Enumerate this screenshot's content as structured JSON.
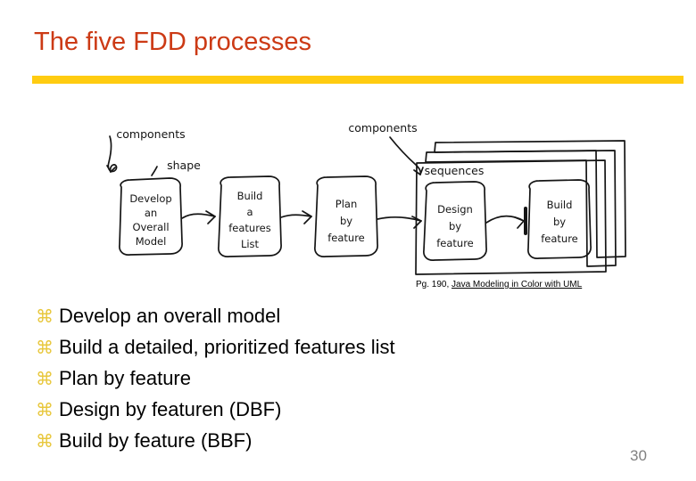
{
  "slide": {
    "title": "The five FDD processes",
    "title_color": "#CC3A15",
    "rule_color": "#FFCC11",
    "background_color": "#FFFFFF",
    "page_number": "30"
  },
  "diagram": {
    "kind": "hand-drawn process flow sketch",
    "annotations": [
      {
        "text": "components",
        "target": "develop-an-overall-model"
      },
      {
        "text": "shape",
        "target": "develop-an-overall-model"
      },
      {
        "text": "components",
        "target": "sequences-stack"
      },
      {
        "text": "sequences",
        "target": "sequences-stack"
      }
    ],
    "nodes": [
      {
        "id": "develop-an-overall-model",
        "lines": [
          "Develop",
          "an",
          "Overall",
          "Model"
        ]
      },
      {
        "id": "build-a-features-list",
        "lines": [
          "Build",
          "a",
          "features",
          "List"
        ]
      },
      {
        "id": "plan-by-feature",
        "lines": [
          "Plan",
          "by",
          "feature"
        ]
      },
      {
        "id": "design-by-feature",
        "lines": [
          "Design",
          "by",
          "feature"
        ]
      },
      {
        "id": "build-by-feature",
        "lines": [
          "Build",
          "by",
          "feature"
        ]
      }
    ],
    "stack_label": "sequences",
    "stack_pages": 3
  },
  "caption": {
    "prefix": "Pg. 190, ",
    "book_title": "Java Modeling in Color with UML"
  },
  "bullets": {
    "glyph": "⌘",
    "glyph_color": "#E8C73C",
    "items": [
      "Develop an overall model",
      "Build a detailed, prioritized features list",
      "Plan by feature",
      "Design by featuren (DBF)",
      "Build by feature (BBF)"
    ]
  }
}
